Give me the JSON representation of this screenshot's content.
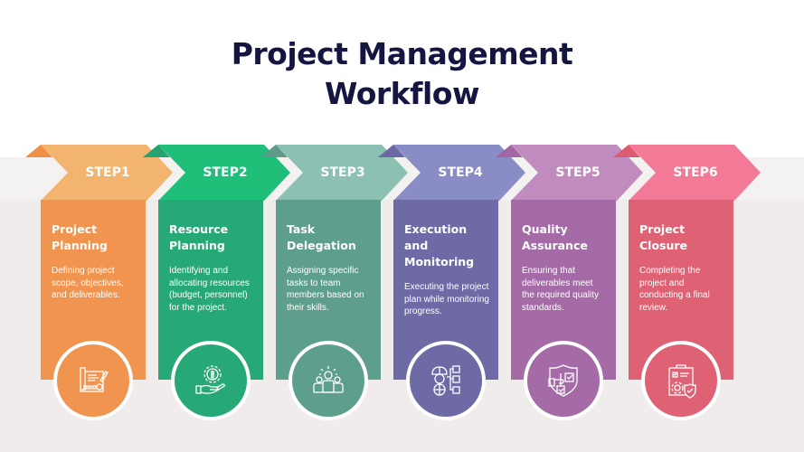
{
  "title": {
    "line1": "Project Management",
    "line2": "Workflow",
    "color": "#151542"
  },
  "steps": [
    {
      "label": "STEP1",
      "title": "Project Planning",
      "description": "Defining project scope, objectives, and deliverables.",
      "icon": "blueprint-pencil-icon",
      "chevron_color": "#f2b46e",
      "card_color": "#f0944f",
      "fold_color": "#ee8f45"
    },
    {
      "label": "STEP2",
      "title": "Resource Planning",
      "description": "Identifying and allocating resources (budget, personnel) for the project.",
      "icon": "hand-gear-person-icon",
      "chevron_color": "#1fbf7a",
      "card_color": "#27a877",
      "fold_color": "#25a46f"
    },
    {
      "label": "STEP3",
      "title": "Task Delegation",
      "description": "Assigning specific tasks to team members based on their skills.",
      "icon": "team-icon",
      "chevron_color": "#8bc0b2",
      "card_color": "#5e9e8c",
      "fold_color": "#5f9a8a"
    },
    {
      "label": "STEP4",
      "title": "Execution and Monitoring",
      "description": "Executing the project plan while monitoring progress.",
      "icon": "worker-boxes-icon",
      "chevron_color": "#8a8cc6",
      "card_color": "#6d6aa6",
      "fold_color": "#6b68a3"
    },
    {
      "label": "STEP5",
      "title": "Quality Assurance",
      "description": "Ensuring that deliverables meet the required quality standards.",
      "icon": "shield-checklist-icon",
      "chevron_color": "#c08bbd",
      "card_color": "#a46ba6",
      "fold_color": "#a267a3"
    },
    {
      "label": "STEP6",
      "title": "Project Closure",
      "description": "Completing the project and conducting a final review.",
      "icon": "clipboard-gear-shield-icon",
      "chevron_color": "#f27a96",
      "card_color": "#df6174",
      "fold_color": "#dc5b70"
    }
  ]
}
